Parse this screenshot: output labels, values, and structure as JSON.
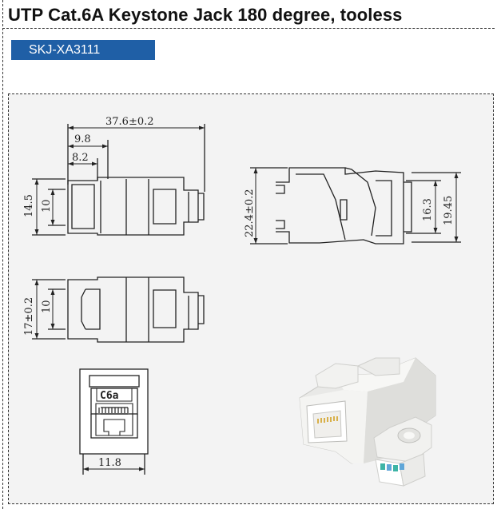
{
  "title": "UTP Cat.6A Keystone Jack 180 degree, tooless",
  "model_code": "SKJ-XA3111",
  "dimensions": {
    "total_length": "37.6±0.2",
    "len_9_8": "9.8",
    "len_8_2": "8.2",
    "height_14_5": "14.5",
    "height_10_top": "10",
    "height_22_4": "22.4±0.2",
    "height_16_3": "16.3",
    "height_19_45": "19.45",
    "height_17": "17±0.2",
    "height_10_mid": "10",
    "width_11_8": "11.8"
  },
  "front_logo": "C6a",
  "colors": {
    "badge": "#1f5fa6",
    "panel": "#f3f3f3",
    "line": "#222222"
  }
}
